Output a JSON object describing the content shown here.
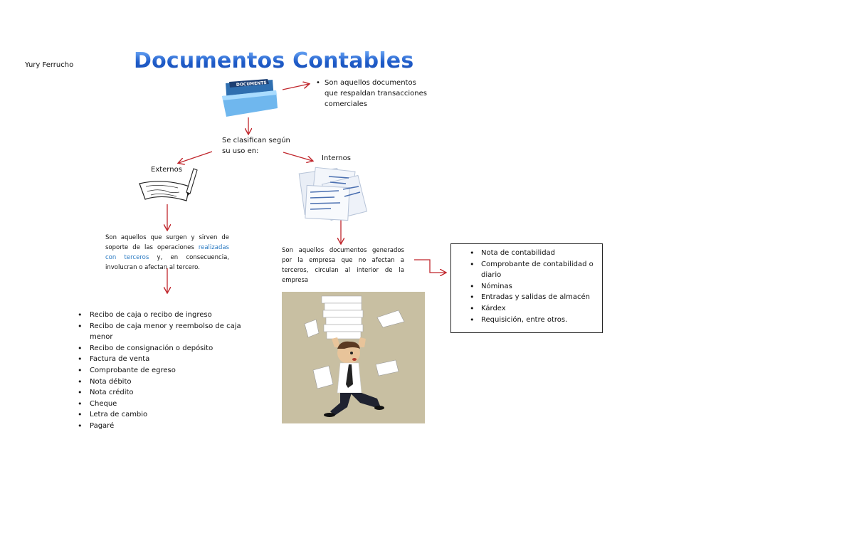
{
  "author": "Yury Ferrucho",
  "title": "Documentos Contables",
  "folder_label": "DOCUMENTS",
  "definition": "Son aquellos documentos que respaldan transacciones comerciales",
  "classification": "Se clasifican según su uso en:",
  "externos": {
    "label": "Externos",
    "desc_before": "Son aquellos que surgen y sirven de soporte de las operaciones ",
    "desc_link": "realizadas con terceros",
    "desc_after": " y, en consecuencia, involucran o afectan al tercero.",
    "items": [
      "Recibo de caja o recibo de ingreso",
      "Recibo de caja menor y reembolso de caja menor",
      "Recibo de consignación o depósito",
      "Factura de venta",
      "Comprobante de egreso",
      "Nota débito",
      "Nota crédito",
      "Cheque",
      "Letra de cambio",
      "Pagaré"
    ]
  },
  "internos": {
    "label": "Internos",
    "desc": "Son aquellos documentos generados por la empresa que no afectan a terceros, circulan al interior de la empresa",
    "items": [
      "Nota de contabilidad",
      "Comprobante de contabilidad o diario",
      "Nóminas",
      "Entradas y salidas de almacén",
      "Kárdex",
      "Requisición, entre otros."
    ]
  },
  "colors": {
    "arrow": "#c0262c",
    "title": "#2e6fd6",
    "link": "#2a7ac2"
  }
}
